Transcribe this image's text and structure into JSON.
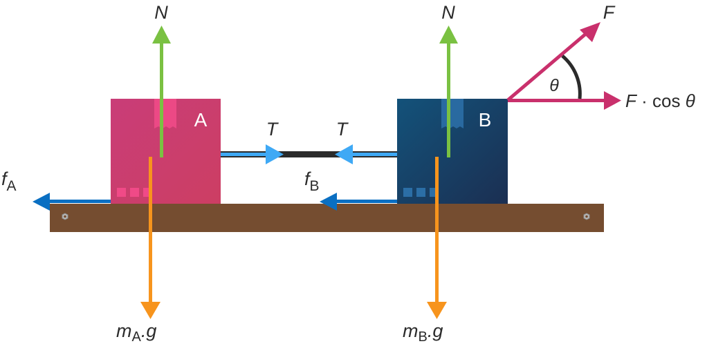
{
  "diagram": {
    "title": "Two blocks connected by a rope, pulled by an angled force",
    "blocks": [
      {
        "id": "A",
        "label": "A",
        "color": "#c93b73",
        "tape_color": "#f04a87"
      },
      {
        "id": "B",
        "label": "B",
        "color": "#1a4a70",
        "tape_color": "#2b6ea6"
      }
    ],
    "surface": {
      "color": "#754d30",
      "bolt_icon": "hex-nut-icon"
    },
    "forces": {
      "normal_A": {
        "label": "N",
        "color": "#7ac142",
        "direction": "up"
      },
      "normal_B": {
        "label": "N",
        "color": "#7ac142",
        "direction": "up"
      },
      "weight_A": {
        "label_main": "m",
        "label_sub": "A",
        "label_tail": ".g",
        "color": "#f7941d",
        "direction": "down"
      },
      "weight_B": {
        "label_main": "m",
        "label_sub": "B",
        "label_tail": ".g",
        "color": "#f7941d",
        "direction": "down"
      },
      "friction_A": {
        "label_main": "f",
        "label_sub": "A",
        "color": "#0a6fc2",
        "direction": "left"
      },
      "friction_B": {
        "label_main": "f",
        "label_sub": "B",
        "color": "#0a6fc2",
        "direction": "left"
      },
      "tension_A": {
        "label": "T",
        "color": "#3fa9f5",
        "direction": "right"
      },
      "tension_B": {
        "label": "T",
        "color": "#3fa9f5",
        "direction": "left"
      },
      "applied": {
        "label": "F",
        "color": "#c9306c",
        "direction": "up-right"
      },
      "applied_horizontal": {
        "label": "F · cos θ",
        "color": "#c9306c",
        "direction": "right"
      },
      "angle": {
        "label": "θ",
        "color": "#2b2b2b"
      }
    },
    "rope_color": "#2b2b2b"
  }
}
